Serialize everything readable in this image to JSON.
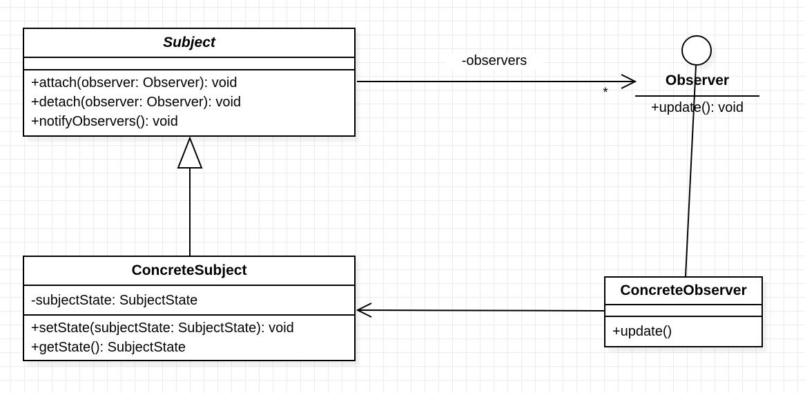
{
  "colors": {
    "stroke": "#000000",
    "background": "#ffffff",
    "grid": "#ececec",
    "shadow": "rgba(0,0,0,0.06)"
  },
  "classes": {
    "subject": {
      "title": "Subject",
      "abstract": true,
      "attributes": [],
      "methods": [
        "+attach(observer: Observer): void",
        "+detach(observer: Observer): void",
        "+notifyObservers(): void"
      ]
    },
    "concrete_subject": {
      "title": "ConcreteSubject",
      "attributes": [
        "-subjectState: SubjectState"
      ],
      "methods": [
        "+setState(subjectState: SubjectState): void",
        "+getState(): SubjectState"
      ]
    },
    "observer": {
      "title": "Observer",
      "kind": "lollipop-interface",
      "methods": [
        "+update(): void"
      ]
    },
    "concrete_observer": {
      "title": "ConcreteObserver",
      "attributes": [],
      "methods": [
        "+update()"
      ]
    }
  },
  "edges": {
    "subject_to_observer": {
      "type": "directed-association",
      "label": "-observers",
      "multiplicity": "*"
    },
    "concrete_subject_to_subject": {
      "type": "generalization"
    },
    "observer_to_concrete_observer": {
      "type": "realization"
    },
    "concrete_observer_to_concrete_subject": {
      "type": "directed-association"
    }
  }
}
